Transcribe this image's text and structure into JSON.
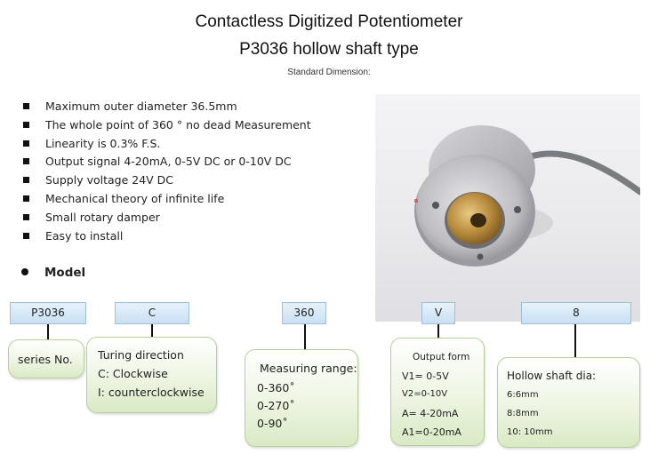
{
  "header": {
    "title": "Contactless Digitized Potentiometer",
    "subtitle": "P3036 hollow shaft type",
    "caption": "Standard Dimension:"
  },
  "features": [
    "Maximum outer diameter 36.5mm",
    "The whole point of 360 ° no dead Measurement",
    "Linearity is 0.3% F.S.",
    "Output signal 4-20mA, 0-5V DC or 0-10V DC",
    "Supply voltage 24V DC",
    "Mechanical theory of infinite life",
    "Small rotary damper",
    "Easy to install"
  ],
  "model_heading": "Model",
  "model_codes": [
    "P3036",
    "C",
    "360",
    "V",
    "8"
  ],
  "descriptions": {
    "series": {
      "title": "series No."
    },
    "direction": {
      "title": "Turing direction",
      "options": [
        "C: Clockwise",
        "I: counterclockwise"
      ]
    },
    "range": {
      "title": "Measuring range:",
      "options": [
        "0-360˚",
        "0-270˚",
        "0-90˚"
      ]
    },
    "output": {
      "title": "Output form",
      "options": [
        "V1= 0-5V",
        "V2=0-10V",
        "A= 4-20mA",
        "A1=0-20mA"
      ]
    },
    "shaft": {
      "title": "Hollow shaft dia:",
      "options": [
        "6:6mm",
        "8:8mm",
        "10: 10mm"
      ]
    }
  },
  "colors": {
    "code_box_fill": "#c9e0f2",
    "description_box_fill": "#d9eac5"
  }
}
